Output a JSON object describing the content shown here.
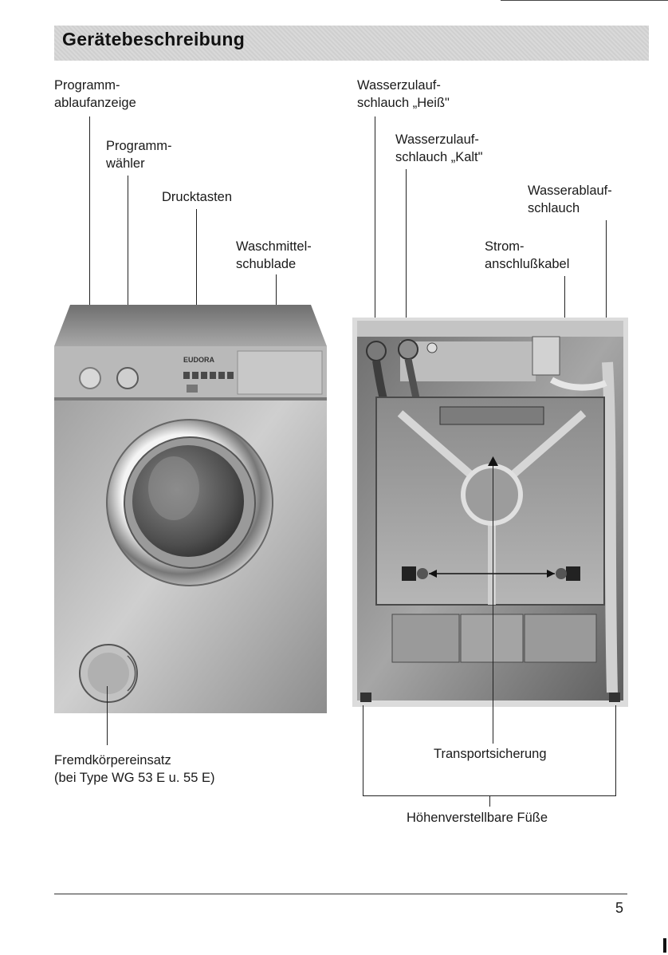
{
  "page": {
    "title": "Gerätebeschreibung",
    "page_number": "5"
  },
  "front_view": {
    "labels": {
      "programmablaufanzeige_l1": "Programm-",
      "programmablaufanzeige_l2": "ablaufanzeige",
      "programmwaehler_l1": "Programm-",
      "programmwaehler_l2": "wähler",
      "drucktasten": "Drucktasten",
      "waschmittel_l1": "Waschmittel-",
      "waschmittel_l2": "schublade",
      "fremdkoerper_l1": "Fremdkörpereinsatz",
      "fremdkoerper_l2": "(bei Type WG 53 E u. 55 E)"
    },
    "brand_text": "EUDORA"
  },
  "rear_view": {
    "labels": {
      "heiss_l1": "Wasserzulauf-",
      "heiss_l2": "schlauch „Heiß\"",
      "kalt_l1": "Wasserzulauf-",
      "kalt_l2": "schlauch „Kalt\"",
      "ablauf_l1": "Wasserablauf-",
      "ablauf_l2": "schlauch",
      "strom_l1": "Strom-",
      "strom_l2": "anschlußkabel",
      "transport": "Transportsicherung",
      "fuesse": "Höhenverstellbare Füße"
    }
  }
}
